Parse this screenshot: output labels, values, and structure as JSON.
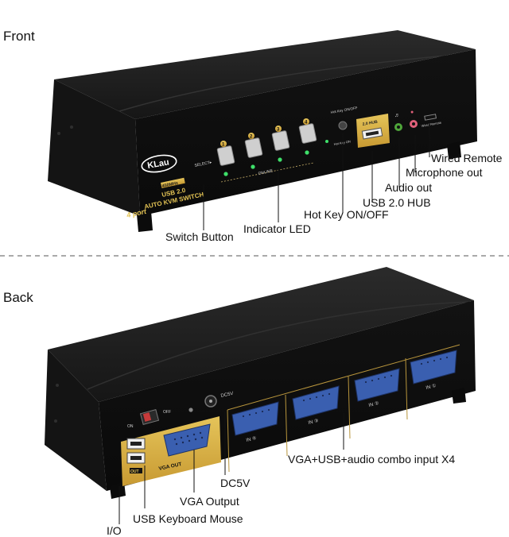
{
  "sections": {
    "front": "Front",
    "back": "Back"
  },
  "device": {
    "brand": "KLau",
    "badge": "4 port",
    "resolution": "450MHz",
    "model_line1": "USB 2.0",
    "model_line2": "AUTO KVM SWITCH",
    "select_label": "SELECT▸",
    "online_label": "ONLINE",
    "port_numbers": [
      "1",
      "2",
      "3",
      "4"
    ],
    "hotkey_label": "Hot Key ON/OFF",
    "hotkey_on": "Hot Key ON",
    "usb_hub_label": "2.0 HUB",
    "wired_remote_small": "Wired Remote",
    "rear_dc": "DC5V",
    "rear_on": "ON",
    "rear_off": "OFF",
    "rear_vga_out": "VGA OUT",
    "rear_out": "OUT",
    "rear_inputs": [
      "IN ④",
      "IN ③",
      "IN ②",
      "IN ①"
    ]
  },
  "front_callouts": {
    "wired_remote": "Wired Remote",
    "microphone_out": "Microphone out",
    "audio_out": "Audio out",
    "usb_hub": "USB 2.0 HUB",
    "hot_key": "Hot Key ON/OFF",
    "indicator_led": "Indicator LED",
    "switch_button": "Switch Button"
  },
  "back_callouts": {
    "combo_input": "VGA+USB+audio combo input X4",
    "dc5v": "DC5V",
    "vga_output": "VGA Output",
    "usb_km": "USB Keyboard Mouse",
    "io": "I/O"
  },
  "colors": {
    "device_body": "#1a1a1a",
    "accent_gold": "#d9b44a",
    "vga_blue": "#3a5fb0",
    "mic_pink": "#e0607a",
    "audio_green": "#4fa63a",
    "led_green": "#3ee06a"
  }
}
